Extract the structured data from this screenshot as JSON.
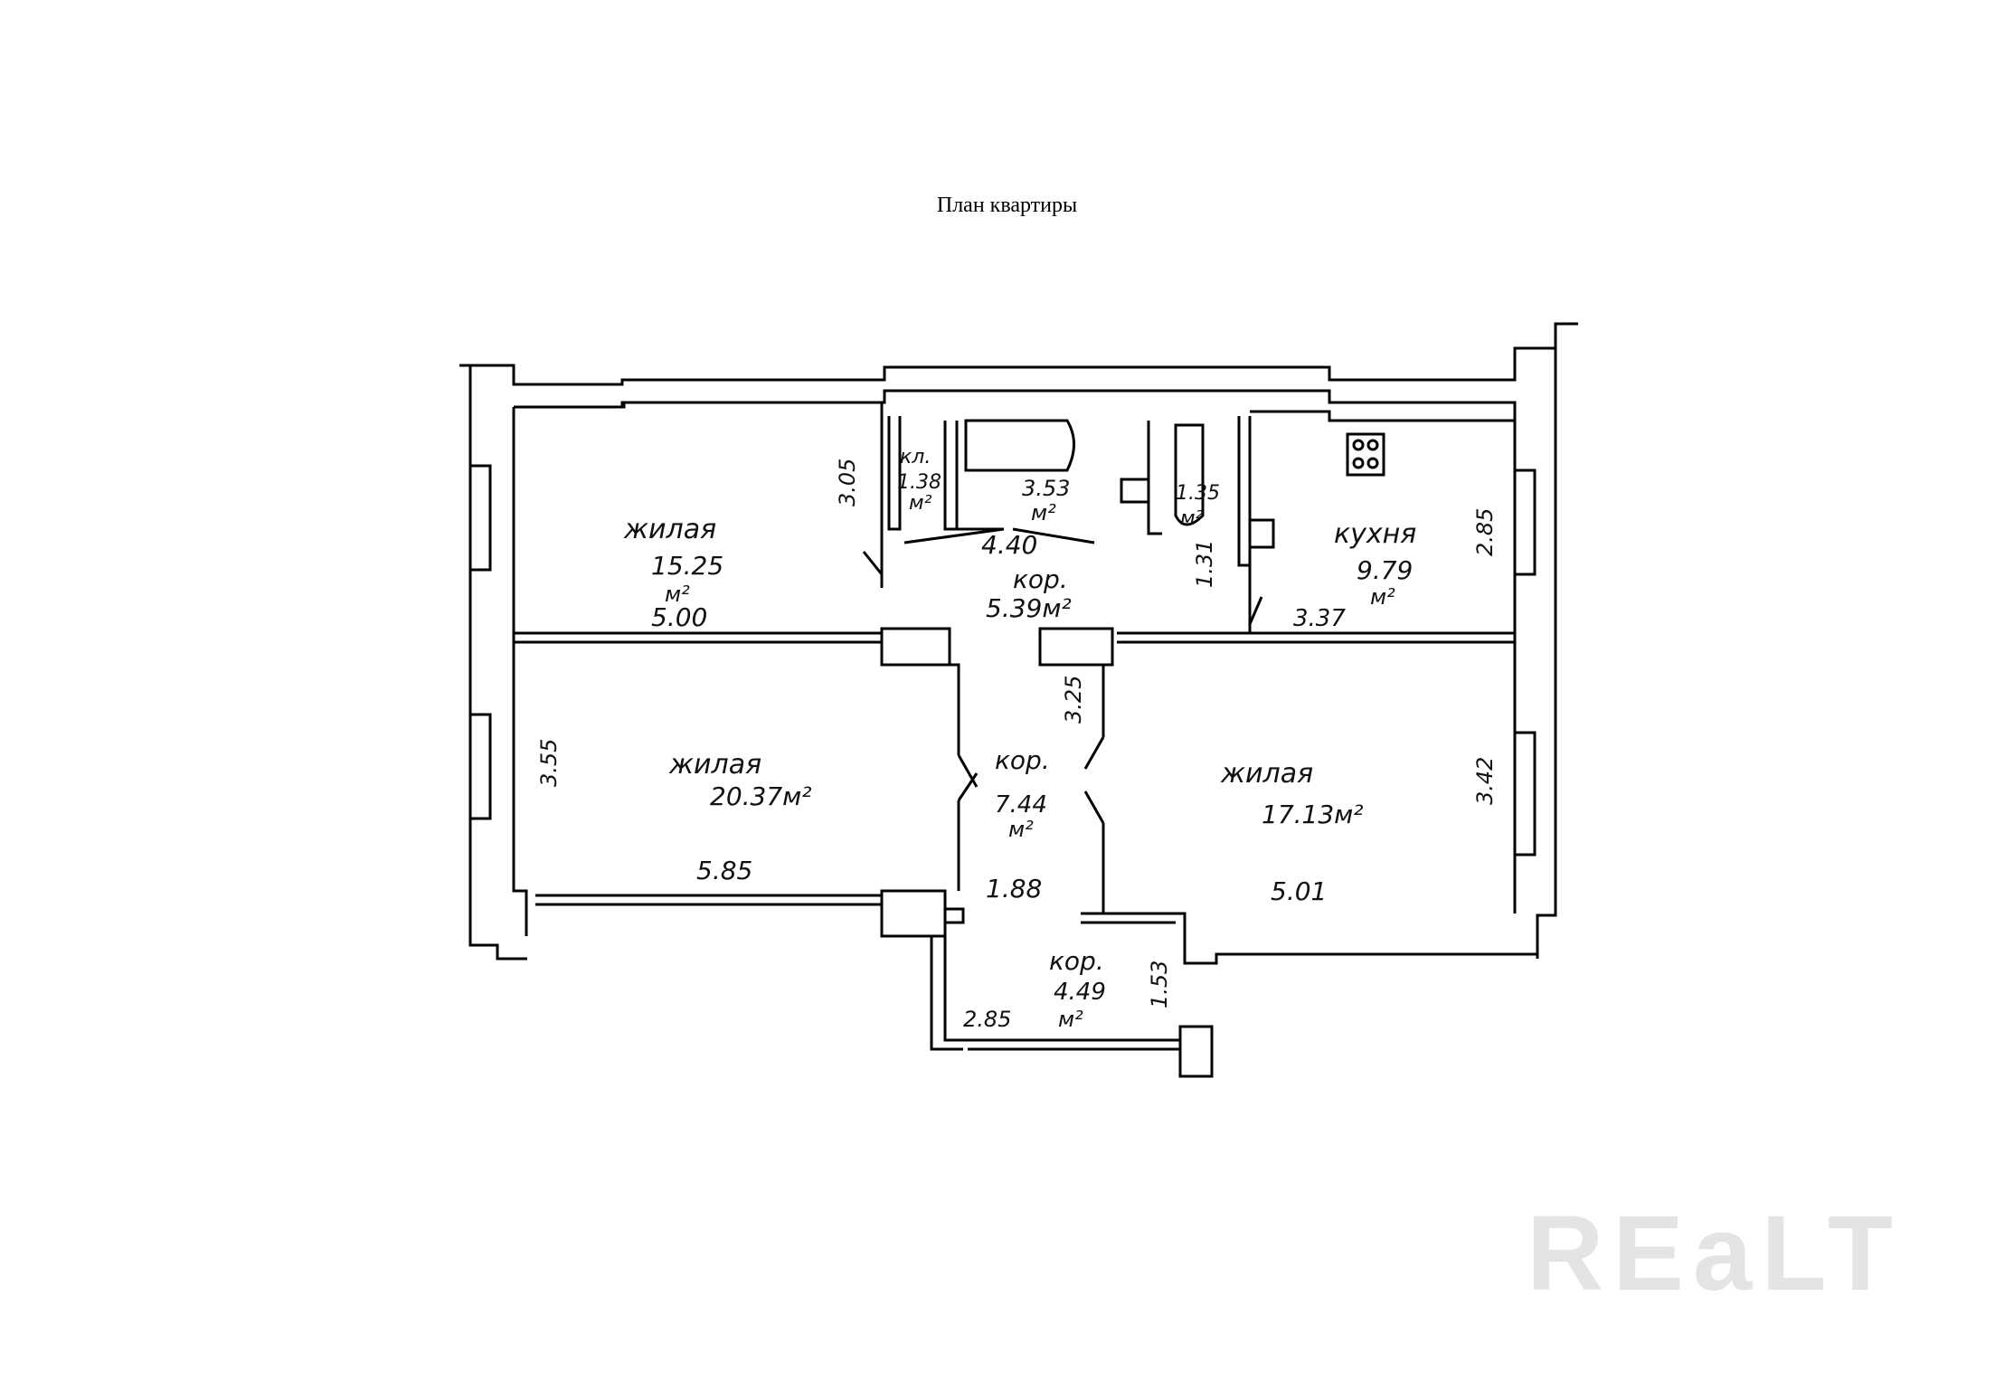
{
  "title": "План квартиры",
  "watermark": "REaLT",
  "rooms": {
    "living1": {
      "name": "жилая",
      "area": "15.25",
      "unit": "м²",
      "width": "5.00",
      "depth": "3.05"
    },
    "living2": {
      "name": "жилая",
      "area": "20.37м²",
      "width": "5.85",
      "depth": "3.55"
    },
    "living3": {
      "name": "жилая",
      "area": "17.13м²",
      "width": "5.01",
      "depth": "3.42"
    },
    "kitchen": {
      "name": "кухня",
      "area": "9.79",
      "unit": "м²",
      "width": "3.37",
      "depth": "2.85"
    },
    "closet": {
      "name": "кл.",
      "area": "1.38",
      "unit": "м²"
    },
    "bath": {
      "area": "3.53",
      "unit": "м²"
    },
    "wc": {
      "area": "1.35",
      "unit": "м²"
    },
    "corridor1": {
      "name": "кор.",
      "area": "5.39м²",
      "width": "4.40",
      "depth": "1.31"
    },
    "corridor2": {
      "name": "кор.",
      "area": "7.44",
      "unit": "м²",
      "depth": "3.25",
      "width": "1.88"
    },
    "corridor3": {
      "name": "кор.",
      "area": "4.49",
      "unit": "м²",
      "width": "2.85",
      "depth": "1.53"
    }
  }
}
